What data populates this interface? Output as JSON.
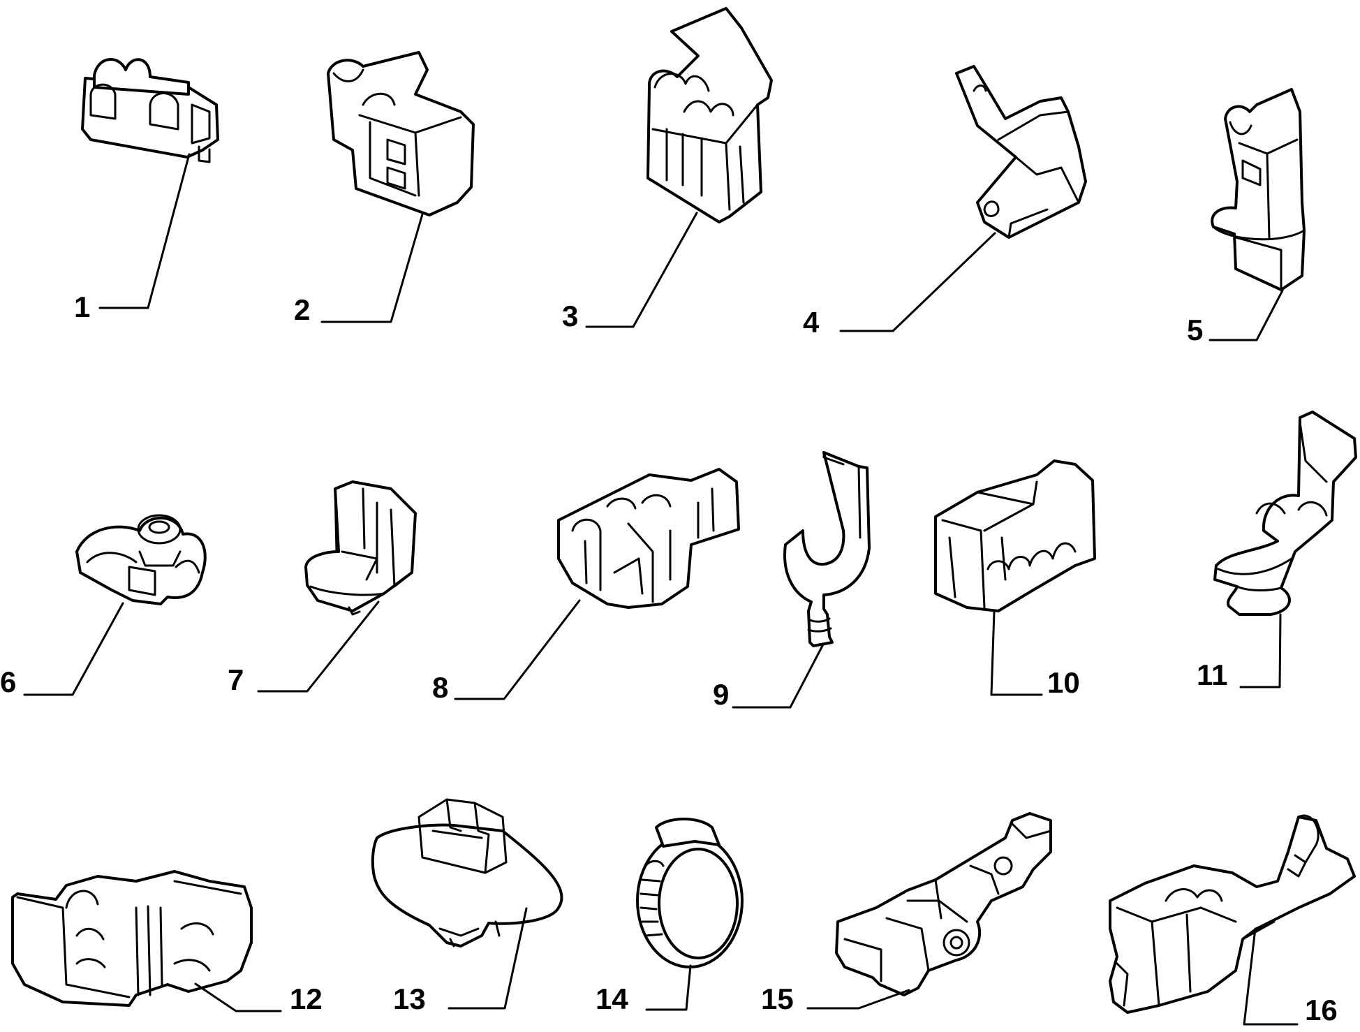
{
  "diagram": {
    "items": [
      {
        "number": "1",
        "part_icon": "twin-pipe-clip-icon"
      },
      {
        "number": "2",
        "part_icon": "block-pipe-clip-icon"
      },
      {
        "number": "3",
        "part_icon": "hinged-bracket-clip-icon"
      },
      {
        "number": "4",
        "part_icon": "angled-bracket-clip-icon"
      },
      {
        "number": "5",
        "part_icon": "push-mount-clip-icon"
      },
      {
        "number": "6",
        "part_icon": "stud-clip-icon"
      },
      {
        "number": "7",
        "part_icon": "base-clip-icon"
      },
      {
        "number": "8",
        "part_icon": "multi-pipe-clip-icon"
      },
      {
        "number": "9",
        "part_icon": "j-hook-clip-icon"
      },
      {
        "number": "10",
        "part_icon": "triple-pipe-clip-icon"
      },
      {
        "number": "11",
        "part_icon": "flange-clip-icon"
      },
      {
        "number": "12",
        "part_icon": "double-cradle-clip-icon"
      },
      {
        "number": "13",
        "part_icon": "oval-plate-clip-icon"
      },
      {
        "number": "14",
        "part_icon": "hose-clamp-icon"
      },
      {
        "number": "15",
        "part_icon": "bracket-rail-clip-icon"
      },
      {
        "number": "16",
        "part_icon": "lever-mount-clip-icon"
      }
    ]
  }
}
